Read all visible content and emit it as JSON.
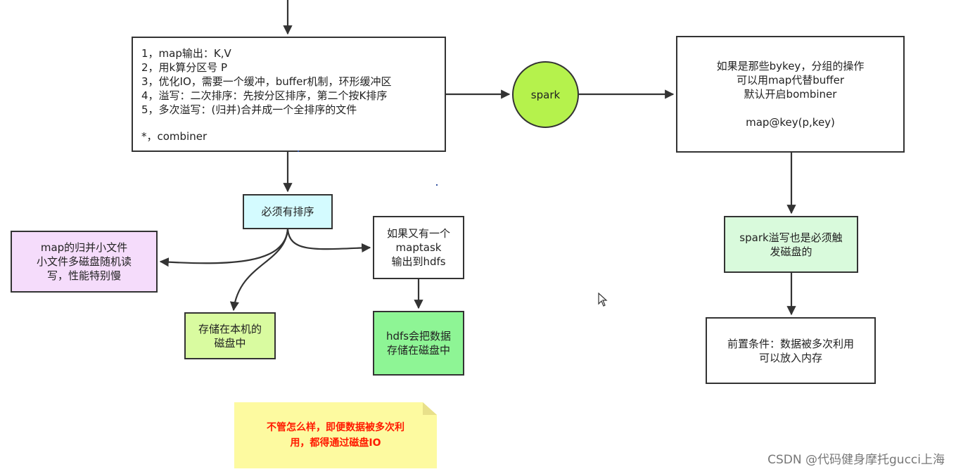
{
  "map_output_box": {
    "lines": [
      "1，map输出：K,V",
      "2，用k算分区号 P",
      "3，优化IO，需要一个缓冲，buffer机制，环形缓冲区",
      "4，溢写：二次排序：先按分区排序，第二个按K排序",
      "5，多次溢写：(归并)合并成一个全排序的文件"
    ],
    "footer": "*，combiner"
  },
  "spark_node": {
    "label": "spark",
    "color": "#b5f24c"
  },
  "spark_box": {
    "lines": [
      "如果是那些bykey，分组的操作",
      "可以用map代替buffer",
      "默认开启bombiner"
    ],
    "footer": "map@key(p,key)"
  },
  "sort_box": {
    "label": "必须有排序",
    "color": "#d4fbff"
  },
  "merge_box": {
    "lines": [
      "map的归并小文件",
      "小文件多磁盘随机读",
      "写，性能特别慢"
    ],
    "color": "#f5dcfb"
  },
  "local_disk_box": {
    "lines": [
      "存储在本机的",
      "磁盘中"
    ],
    "color": "#d9fba0"
  },
  "hdfs_output_box": {
    "lines": [
      "如果又有一个",
      "maptask",
      "输出到hdfs"
    ]
  },
  "hdfs_store_box": {
    "lines": [
      "hdfs会把数据",
      "存储在磁盘中"
    ],
    "color": "#8ef595"
  },
  "spark_spill_box": {
    "lines": [
      "spark溢写也是必须触",
      "发磁盘的"
    ],
    "color": "#d9fadc"
  },
  "precondition_box": {
    "lines": [
      "前置条件：数据被多次利用",
      "可以放入内存"
    ]
  },
  "note": {
    "lines": [
      "不管怎么样，即便数据被多次利",
      "用，都得通过磁盘IO"
    ],
    "color": "#fdfaa0",
    "text_color": "#ff1a00"
  },
  "watermark": "CSDN @代码健身摩托gucci上海"
}
